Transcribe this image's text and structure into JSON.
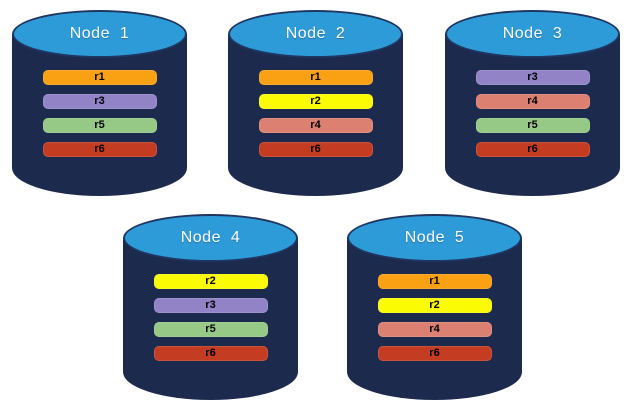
{
  "diagram": {
    "description_of_icons": {
      "database-cylinder-icon": "stacked cylinder representing a database node"
    },
    "colors": {
      "cylinder_body": "#1C2A4D",
      "cylinder_top_fill": "#2E9BD9",
      "cylinder_top_border": "#1E3660",
      "node_title_text": "#FFFFFF",
      "bar_text": "#000000",
      "replicas": {
        "r1": "#F9A013",
        "r2": "#FBFB04",
        "r3": "#9183C6",
        "r4": "#DC8172",
        "r5": "#95C985",
        "r6": "#C43D23"
      }
    },
    "nodes": [
      {
        "label": "Node  1",
        "replicas": [
          "r1",
          "r3",
          "r5",
          "r6"
        ]
      },
      {
        "label": "Node  2",
        "replicas": [
          "r1",
          "r2",
          "r4",
          "r6"
        ]
      },
      {
        "label": "Node  3",
        "replicas": [
          "r3",
          "r4",
          "r5",
          "r6"
        ]
      },
      {
        "label": "Node  4",
        "replicas": [
          "r2",
          "r3",
          "r5",
          "r6"
        ]
      },
      {
        "label": "Node  5",
        "replicas": [
          "r1",
          "r2",
          "r4",
          "r6"
        ]
      }
    ]
  }
}
